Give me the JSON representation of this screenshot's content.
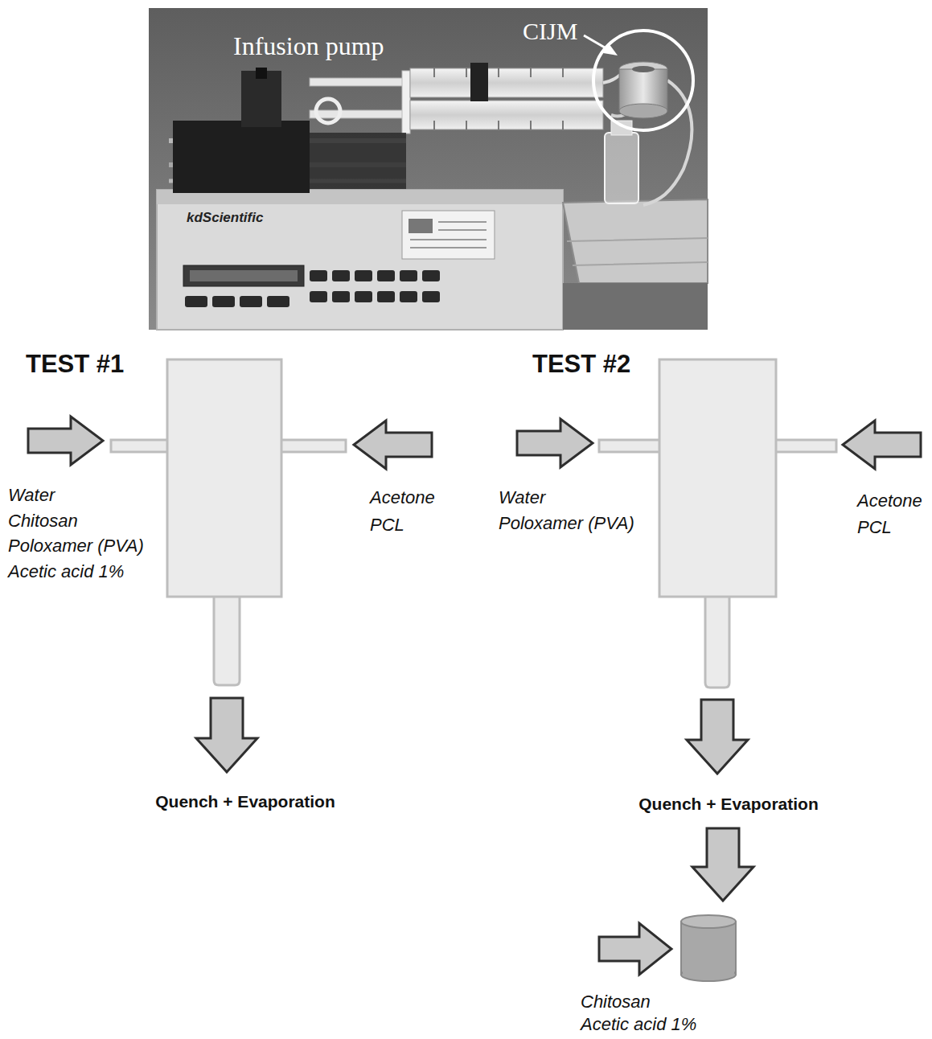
{
  "diagram": {
    "labels": [
      "Infusion pump",
      "CIJM",
      "kdScientific",
      "TEST #1",
      "Water",
      "Chitosan",
      "Poloxamer (PVA)",
      "Acetic acid 1%",
      "Acetone",
      "PCL",
      "Quench + Evaporation",
      "TEST #2",
      "Water",
      "Poloxamer (PVA)",
      "Acetone",
      "PCL",
      "Quench + Evaporation",
      "Chitosan",
      "Acetic acid 1%"
    ]
  }
}
